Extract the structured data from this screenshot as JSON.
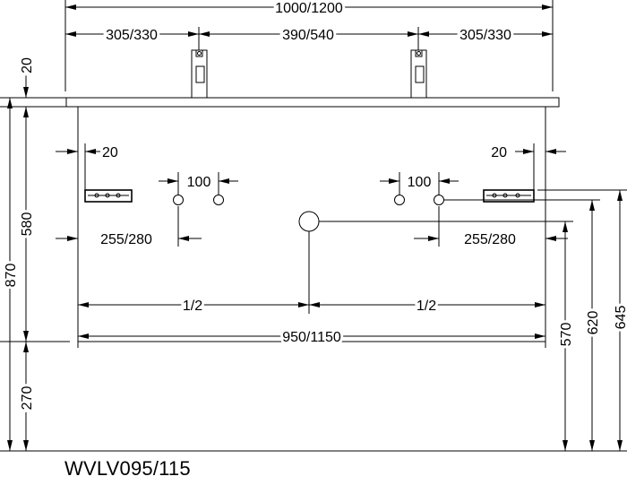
{
  "model_code": "WVLV095/115",
  "dimensions": {
    "overall_width": "1000/1200",
    "tap_offset_left": "305/330",
    "tap_spacing": "390/540",
    "tap_offset_right": "305/330",
    "top_thickness": "20",
    "cabinet_height": "580",
    "total_height": "870",
    "floor_clearance": "270",
    "rail_left_offset": "20",
    "rail_right_offset": "20",
    "hole_spacing_left": "100",
    "hole_spacing_right": "100",
    "hole_dist_left": "255/280",
    "hole_dist_right": "255/280",
    "half_left": "1/2",
    "half_right": "1/2",
    "cabinet_width": "950/1150",
    "drain_height": "570",
    "hole_height": "620",
    "rail_height": "645"
  },
  "colors": {
    "line": "#000000",
    "background": "#ffffff"
  },
  "icons": [
    "tap-icon",
    "drain-outlet-icon",
    "mounting-hole-icon",
    "wall-rail-icon"
  ]
}
